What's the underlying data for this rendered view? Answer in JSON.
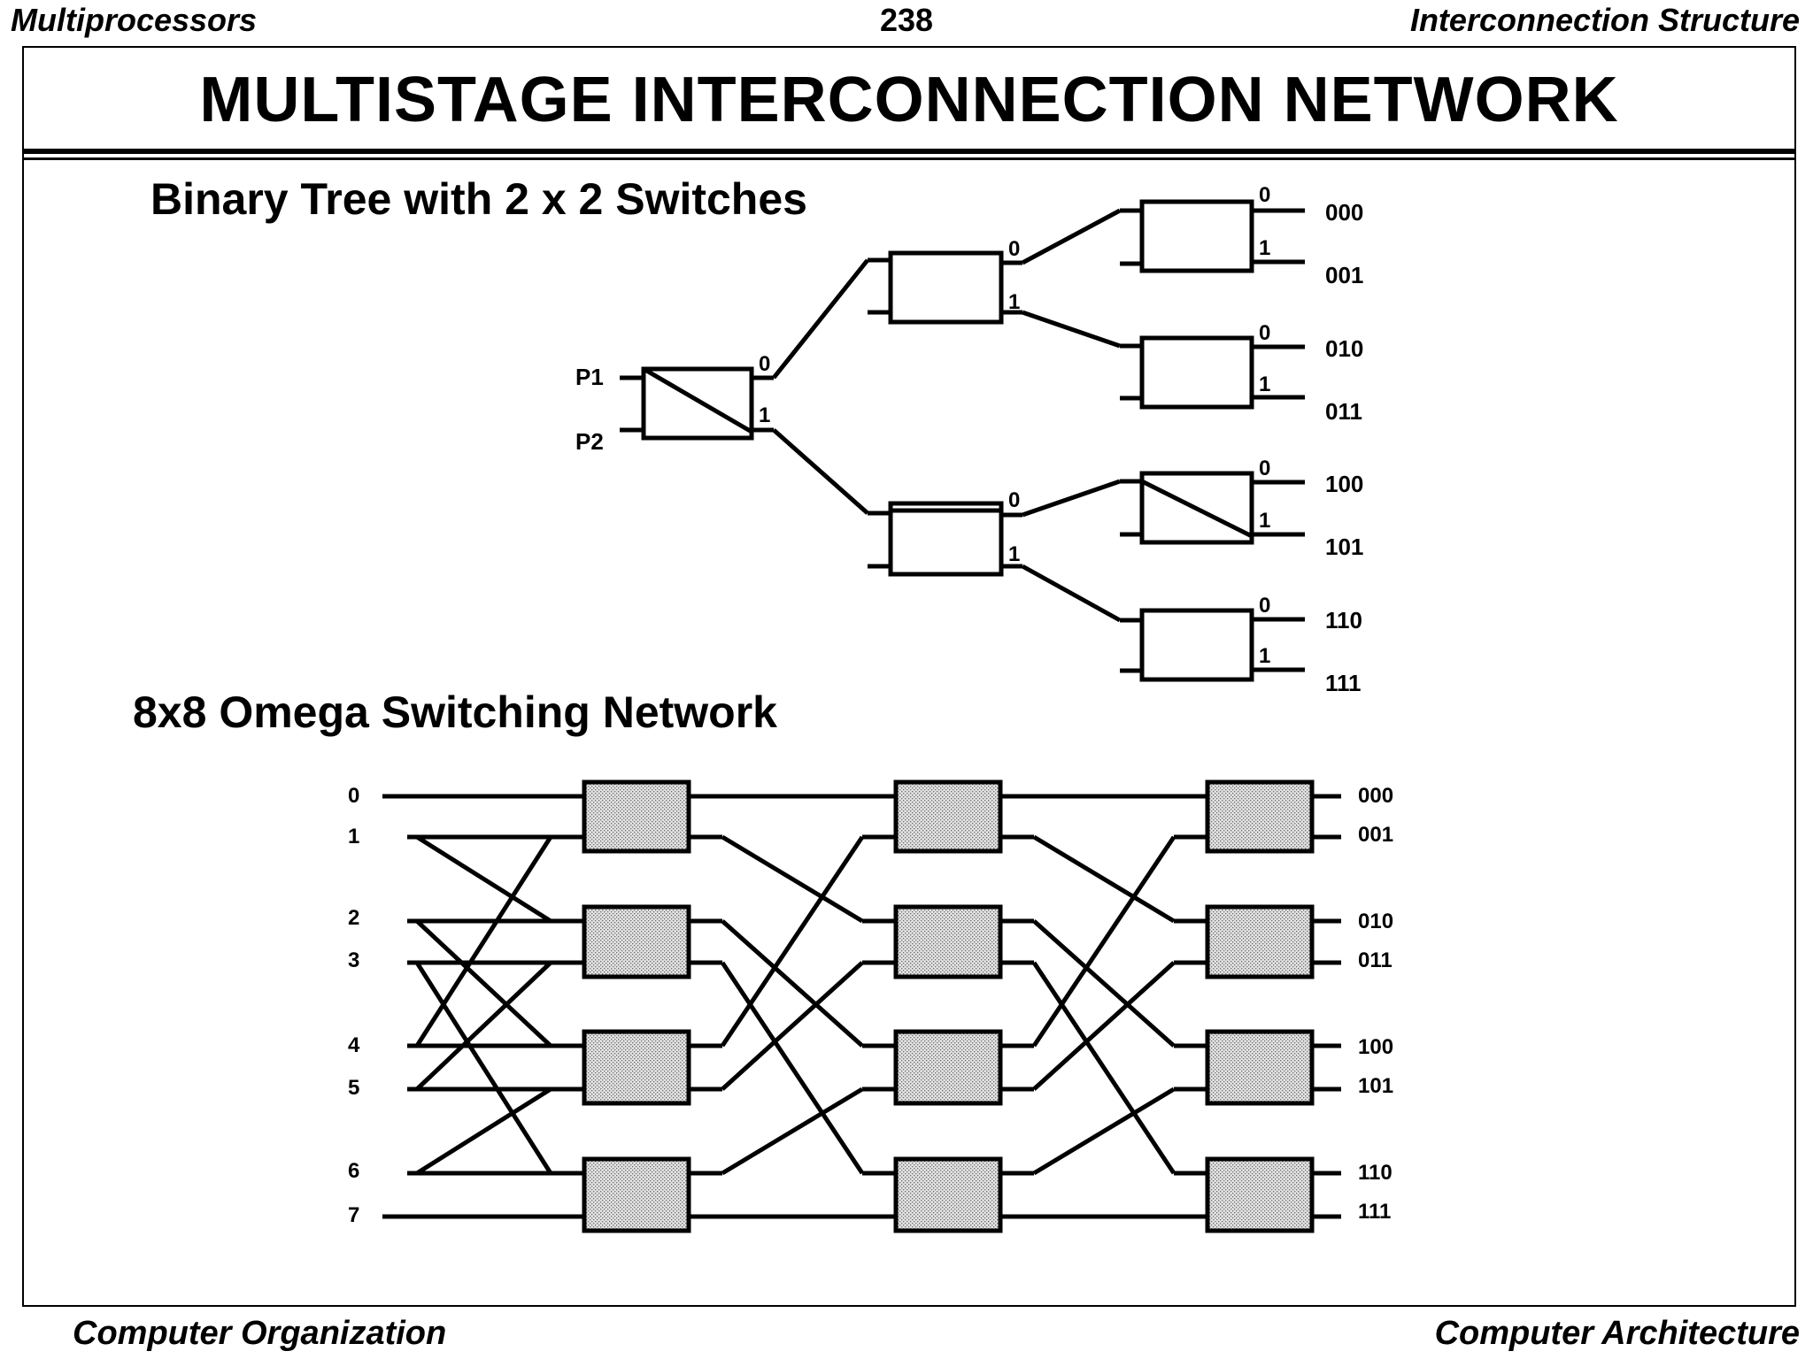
{
  "header": {
    "left": "Multiprocessors",
    "page_number": "238",
    "right": "Interconnection Structure"
  },
  "title": "MULTISTAGE  INTERCONNECTION  NETWORK",
  "binary_tree": {
    "title": "Binary Tree with 2 x 2 Switches",
    "inputs": [
      "P1",
      "P2"
    ],
    "port_labels": [
      "0",
      "1"
    ],
    "outputs": [
      "000",
      "001",
      "010",
      "011",
      "100",
      "101",
      "110",
      "111"
    ]
  },
  "omega": {
    "title": "8x8 Omega Switching Network",
    "inputs": [
      "0",
      "1",
      "2",
      "3",
      "4",
      "5",
      "6",
      "7"
    ],
    "outputs": [
      "000",
      "001",
      "010",
      "011",
      "100",
      "101",
      "110",
      "111"
    ]
  },
  "footer": {
    "left": "Computer Organization",
    "right": "Computer Architecture"
  }
}
